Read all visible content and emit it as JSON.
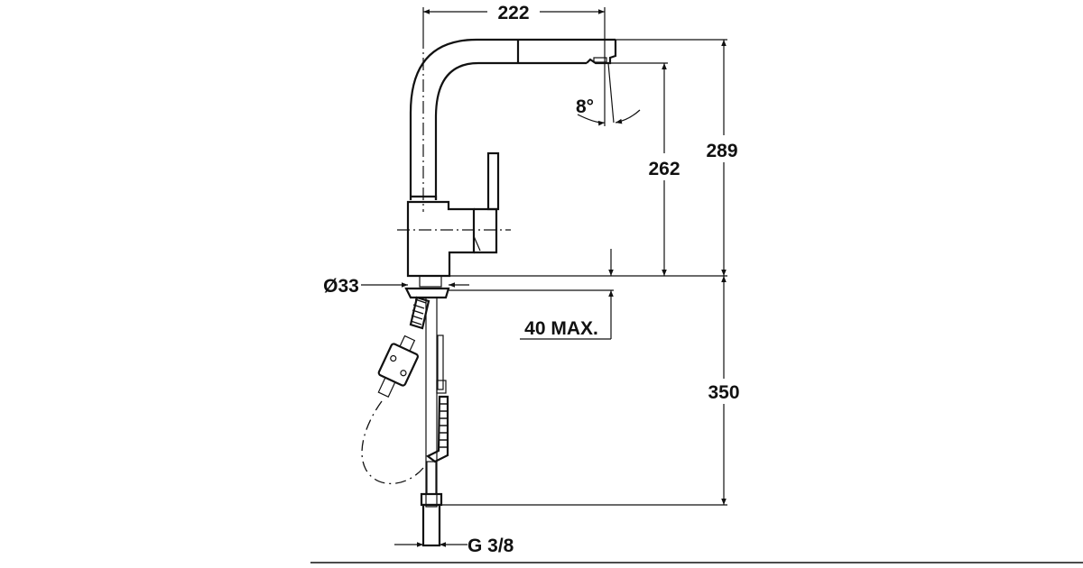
{
  "drawing": {
    "title": "Kitchen faucet dimension drawing",
    "dimensions": {
      "spout_reach": "222",
      "total_height": "289",
      "spout_height": "262",
      "spout_angle": "8°",
      "hole_diameter": "Ø33",
      "countertop_thickness": "40 MAX.",
      "hose_length": "350",
      "connection_thread": "G 3/8"
    },
    "line_color": "#111111",
    "background": "#ffffff"
  }
}
